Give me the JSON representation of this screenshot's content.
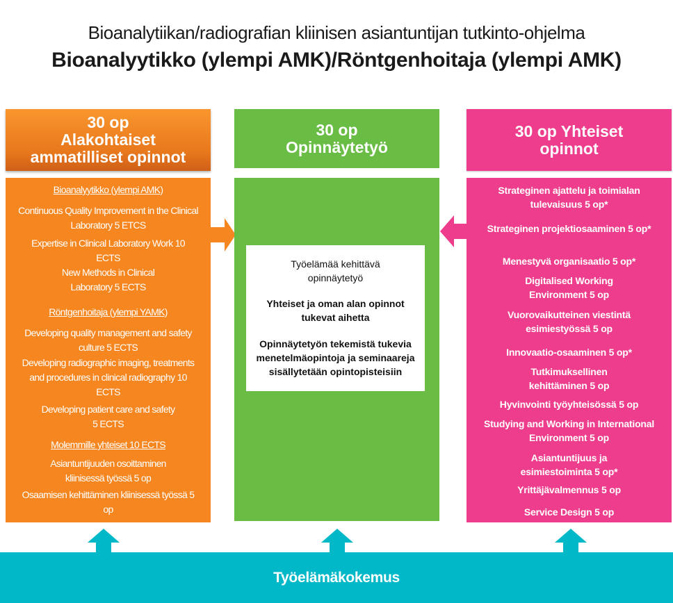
{
  "title": {
    "line1": "Bioanalytiikan/radiografian kliinisen asiantuntijan tutkinto-ohjelma",
    "line2": "Bioanalyytikko (ylempi AMK)/Röntgenhoitaja (ylempi AMK)"
  },
  "colors": {
    "orange": "#f6861f",
    "green": "#69bd45",
    "pink": "#ee3d8c",
    "cyan": "#00b8c8"
  },
  "left": {
    "header": [
      "30 op",
      "Alakohtaiset",
      "ammatilliset opinnot"
    ],
    "items": [
      {
        "text": "Bioanalyytikko (ylempi AMK)",
        "heading": true
      },
      {
        "text": "Continuous Quality Improvement in the Clinical Laboratory 5 ETCS"
      },
      {
        "text": "Expertise in Clinical Laboratory Work 10 ECTS"
      },
      {
        "text": "New Methods in Clinical Laboratory 5 ECTS"
      },
      {
        "text": "Röntgenhoitaja (ylempi YAMK)",
        "heading": true
      },
      {
        "text": "Developing quality management and safety culture 5 ECTS"
      },
      {
        "text": "Developing radiographic imaging, treatments and procedures in clinical radiography 10 ECTS"
      },
      {
        "text": "Developing patient care and safety 5 ECTS"
      },
      {
        "text": "Molemmille yhteiset  10 ECTS",
        "heading": true
      },
      {
        "text": "Asiantuntijuuden osoittaminen kliinisessä työssä 5 op"
      },
      {
        "text": "Osaamisen kehittäminen kliinisessä työssä 5 op"
      }
    ]
  },
  "middle": {
    "header": [
      "30 op",
      "Opinnäytetyö"
    ],
    "box": [
      "Työelämää kehittävä opinnäytetyö",
      "Yhteiset ja oman alan opinnot tukevat aihetta",
      "Opinnäytetyön tekemistä tukevia menetelmäopintoja ja seminaareja sisällytetään opintopisteisiin"
    ]
  },
  "right": {
    "header": [
      "30 op Yhteiset",
      "opinnot"
    ],
    "items": [
      "Strateginen ajattelu ja toimialan tulevaisuus 5 op*",
      "Strateginen projektiosaaminen 5 op*",
      "Menestyvä organisaatio 5 op*",
      "Digitalised Working Environment 5 op",
      "Vuorovaikutteinen viestintä esimiestyössä 5 op",
      "Innovaatio-osaaminen 5 op*",
      "Tutkimuksellinen kehittäminen 5 op",
      "Hyvinvointi työyhteisössä  5 op",
      "Studying and Working in International Environment 5 op",
      "Asiantuntijuus ja esimiestoiminta 5 op*",
      "Yrittäjävalmennus 5 op",
      "Service Design 5 op"
    ]
  },
  "footer": "Työelämäkokemus"
}
